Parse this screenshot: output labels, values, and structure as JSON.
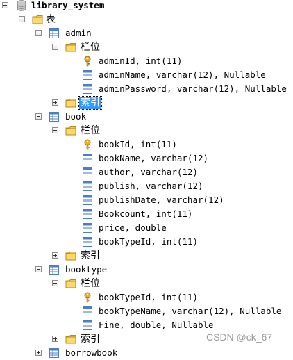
{
  "tree": {
    "root_label": "library_system",
    "tables_label": "表",
    "columns_label": "栏位",
    "indexes_label": "索引",
    "tables": [
      {
        "name": "admin",
        "columns": [
          "adminId, int(11)",
          "adminName, varchar(12), Nullable",
          "adminPassword, varchar(12), Nullable"
        ]
      },
      {
        "name": "book",
        "columns": [
          "bookId, int(11)",
          "bookName, varchar(12)",
          "author, varchar(12)",
          "publish, varchar(12)",
          "publishDate, varchar(12)",
          "Bookcount, int(11)",
          "price, double",
          "bookTypeId, int(11)"
        ]
      },
      {
        "name": "booktype",
        "columns": [
          "bookTypeId, int(11)",
          "bookTypeName, varchar(12), Nullable",
          "Fine, double, Nullable"
        ]
      },
      {
        "name": "borrowbook",
        "columns": []
      }
    ]
  },
  "watermark": "CSDN @ck_67",
  "colors": {
    "selection": "#3399ff",
    "folder": "#f2c94c",
    "key": "#e8b020",
    "table": "#4a7ec8"
  },
  "icons": [
    "database-icon",
    "folder-icon",
    "table-icon",
    "primary-key-icon",
    "column-icon"
  ]
}
